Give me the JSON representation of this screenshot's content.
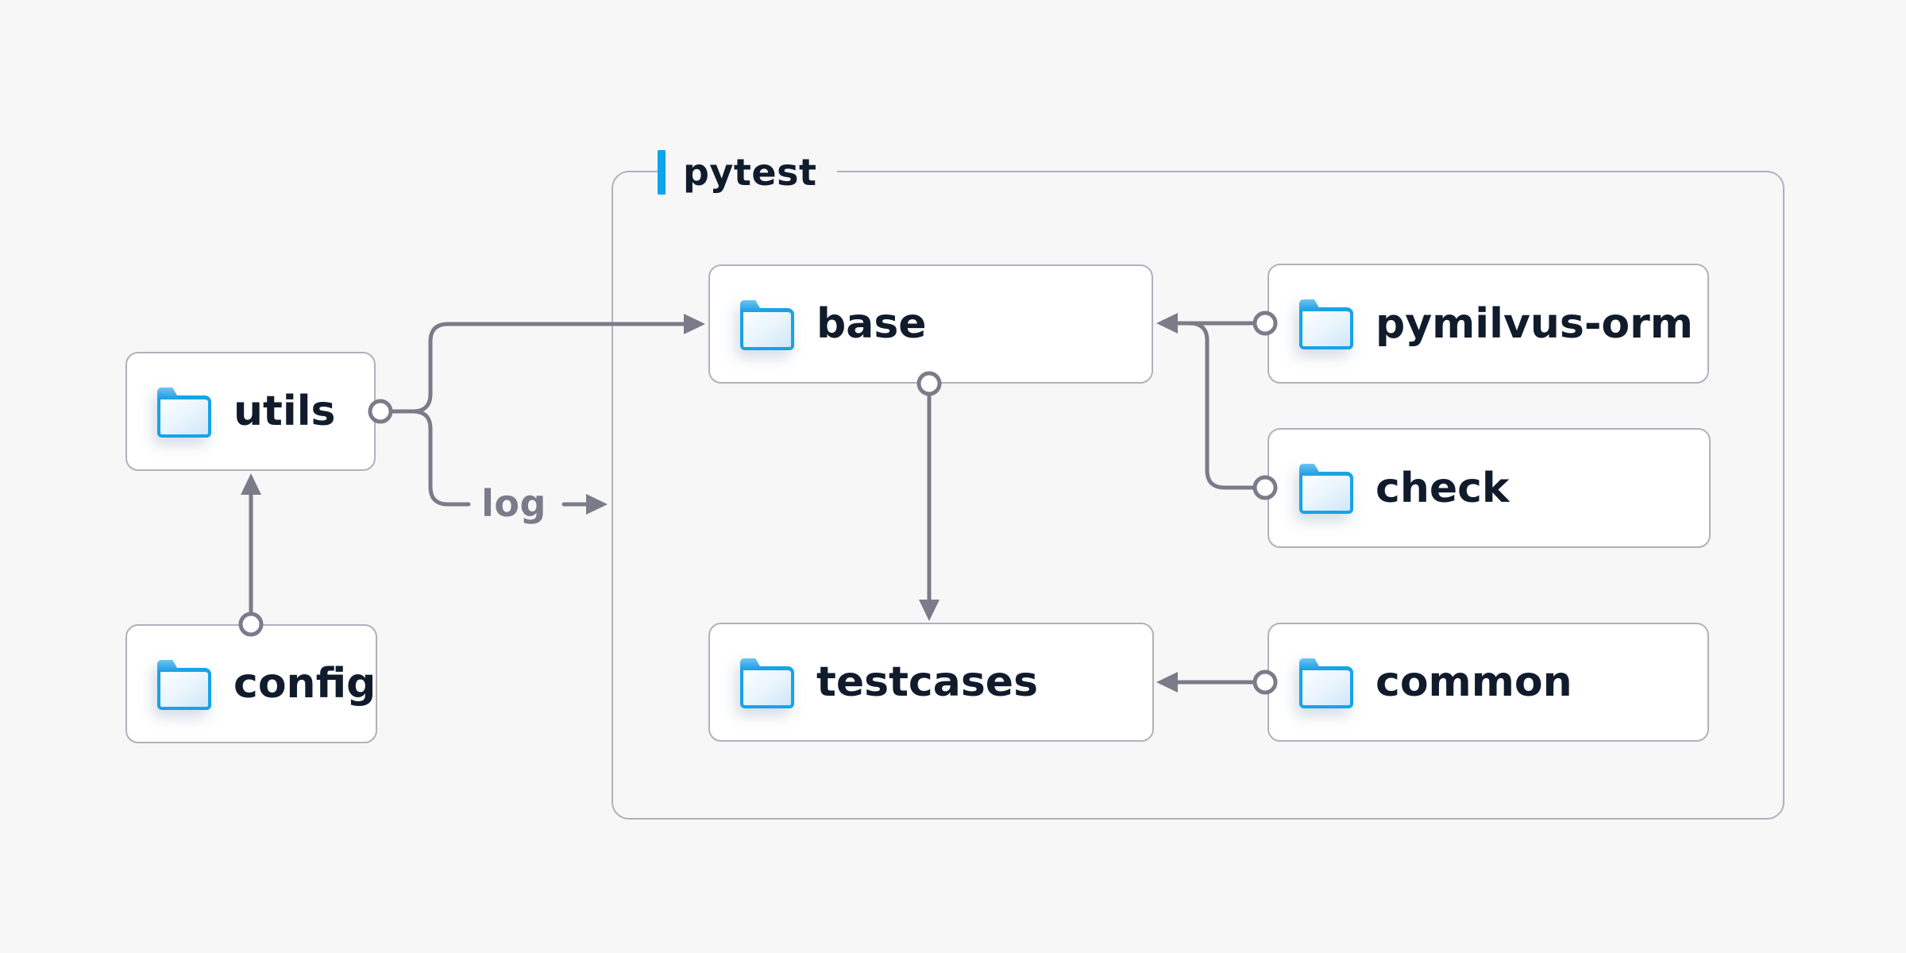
{
  "diagram": {
    "group": {
      "label": "pytest",
      "accent": "accent-bar"
    },
    "nodes": {
      "utils": {
        "label": "utils",
        "icon": "folder-icon"
      },
      "config": {
        "label": "config",
        "icon": "folder-icon"
      },
      "base": {
        "label": "base",
        "icon": "folder-icon"
      },
      "pymilvus_orm": {
        "label": "pymilvus-orm",
        "icon": "folder-icon"
      },
      "check": {
        "label": "check",
        "icon": "folder-icon"
      },
      "testcases": {
        "label": "testcases",
        "icon": "folder-icon"
      },
      "common": {
        "label": "common",
        "icon": "folder-icon"
      }
    },
    "edge_labels": {
      "log": "log"
    },
    "edges": [
      {
        "from": "config",
        "to": "utils",
        "style": "arrow"
      },
      {
        "from": "utils",
        "to": "base",
        "style": "arrow"
      },
      {
        "from": "utils",
        "to": "outside-group-right",
        "label": "log",
        "style": "arrow"
      },
      {
        "from": "pymilvus-orm",
        "to": "base",
        "style": "arrow"
      },
      {
        "from": "check",
        "to": "base",
        "style": "arrow"
      },
      {
        "from": "base",
        "to": "testcases",
        "style": "arrow"
      },
      {
        "from": "common",
        "to": "testcases",
        "style": "arrow"
      }
    ],
    "colors": {
      "background": "#f7f7f8",
      "node_background": "#ffffff",
      "node_border": "#b1b0be",
      "connector": "#7b7b89",
      "text": "#101b2c",
      "muted_text": "#7b7b89",
      "accent_bar": "#0aa5ec",
      "folder_blue": "#17a3e8"
    }
  }
}
